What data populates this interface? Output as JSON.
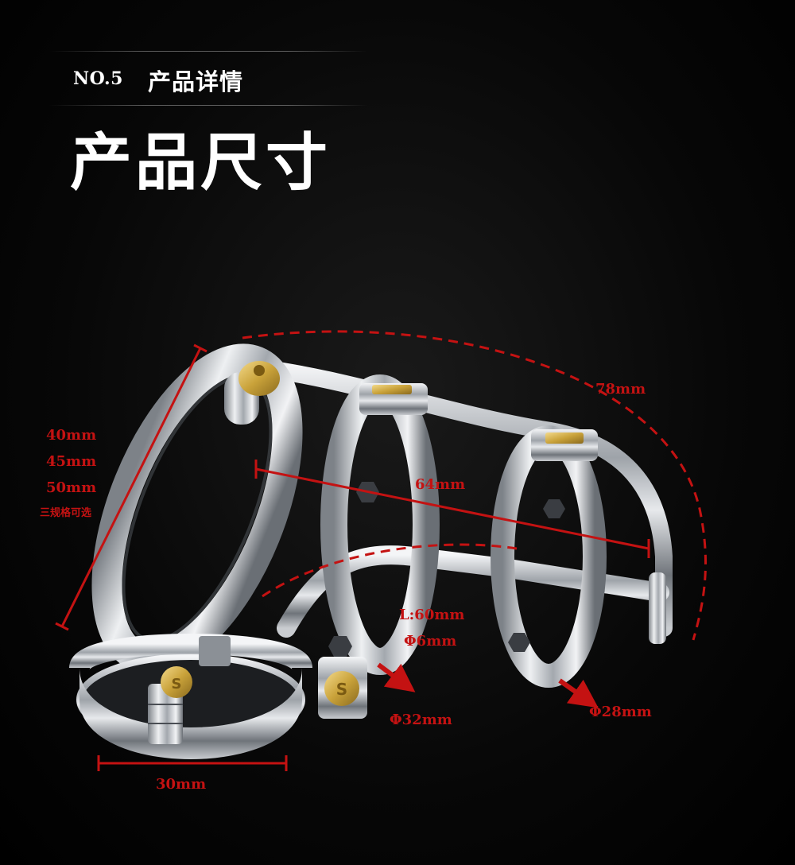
{
  "header": {
    "section_no": "NO.5",
    "section_title": "产品详情",
    "hero_title": "产品尺寸"
  },
  "dimensions": {
    "ring_sizes": [
      "40mm",
      "45mm",
      "50mm"
    ],
    "ring_note": "三规格可选",
    "overall_length": "78mm",
    "inner_length": "64mm",
    "rod_length": "L:60mm",
    "rod_diameter": "Φ6mm",
    "front_ring_diameter": "Φ32mm",
    "rear_ring_diameter": "Φ28mm",
    "base_width": "30mm"
  },
  "colors": {
    "background": "#000000",
    "title_text": "#ffffff",
    "dimension_red": "#c41212",
    "steel": "#c9ccd0",
    "brass": "#c9a23a"
  }
}
